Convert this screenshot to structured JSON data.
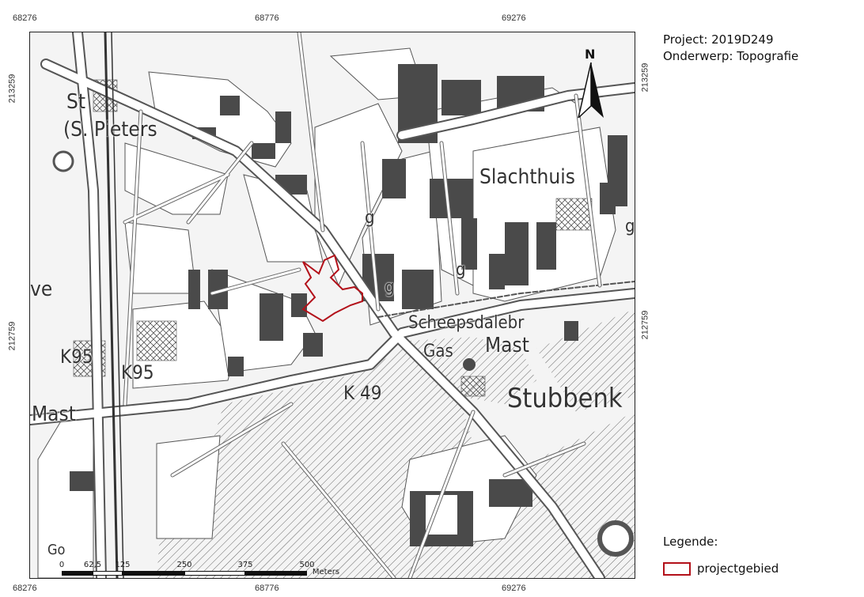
{
  "header": {
    "project_line": "Project: 2019D249",
    "subject_line": "Onderwerp: Topografie"
  },
  "grid": {
    "x_top": [
      "68276",
      "68776",
      "69276"
    ],
    "x_bottom": [
      "68276",
      "68776",
      "69276"
    ],
    "y_left": [
      "213259",
      "212759"
    ],
    "y_right": [
      "213259",
      "212759"
    ]
  },
  "map_labels": {
    "st": "St",
    "s_pieters": "(S. Pieters",
    "slachthuis": "Slachthuis",
    "ve": "ve",
    "k95_a": "K95",
    "k95_b": "K95",
    "mast_left": "Mast",
    "scheepsdalebr": "Scheepsdalebr",
    "gas": "Gas",
    "mast_center": "Mast",
    "k49": "K 49",
    "stubbenk": "Stubbenk",
    "g_a": "g",
    "g_b": "g",
    "g_c": "g",
    "g_d": "g",
    "go": "Go"
  },
  "scalebar": {
    "ticks": [
      "0",
      "62,5",
      "125",
      "250",
      "375",
      "500"
    ],
    "unit": "Meters"
  },
  "north_arrow": {
    "label": "N",
    "icon": "north-arrow-icon"
  },
  "legend": {
    "title": "Legende:",
    "items": [
      {
        "label": "projectgebied",
        "color": "#b3111a"
      }
    ]
  },
  "colors": {
    "project_outline": "#b3111a",
    "building": "#4a4a4a",
    "road": "#ffffff",
    "road_edge": "#555555",
    "hatch": "#666666"
  }
}
